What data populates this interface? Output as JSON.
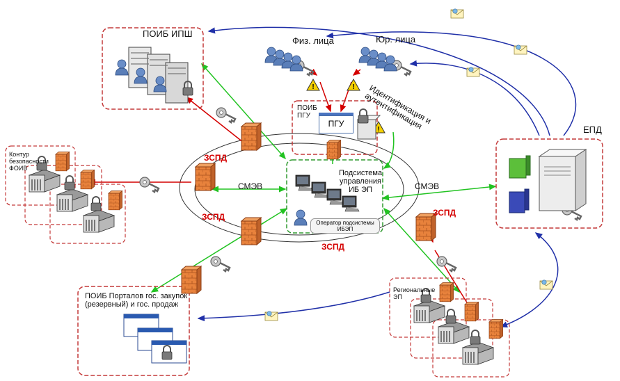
{
  "labels": {
    "poib_ipsh": "ПОИБ ИПШ",
    "fiz_lica": "Физ. лица",
    "yur_lica": "Юр. лица",
    "poib_pgu": "ПОИБ ПГУ",
    "pgu": "ПГУ",
    "ident": "Идентификация и аутентификация",
    "epd": "ЕПД",
    "kontur": "Контур безопасности ФОИВ",
    "zspd": "ЗСПД",
    "smev": "СМЭВ",
    "subsystem": "Подсистема управления ИБ ЭП",
    "operator": "Оператор подсистемы ИБЭП",
    "regional": "Региональные ЭП",
    "portals": "ПОИБ Порталов гос. закупок (резервный) и гос. продаж"
  },
  "icons": [
    "envelope-icon",
    "key-icon",
    "firewall-icon",
    "warning-icon",
    "padlock-icon",
    "server-icon",
    "user-group-icon",
    "computer-icon",
    "building-icon"
  ],
  "colors": {
    "box_border": "#c43a3a",
    "green_box": "#2f9a2f",
    "arrow_green": "#22c322",
    "arrow_blue": "#2030a8",
    "arrow_red": "#d40000",
    "firewall": "#e8823c"
  }
}
